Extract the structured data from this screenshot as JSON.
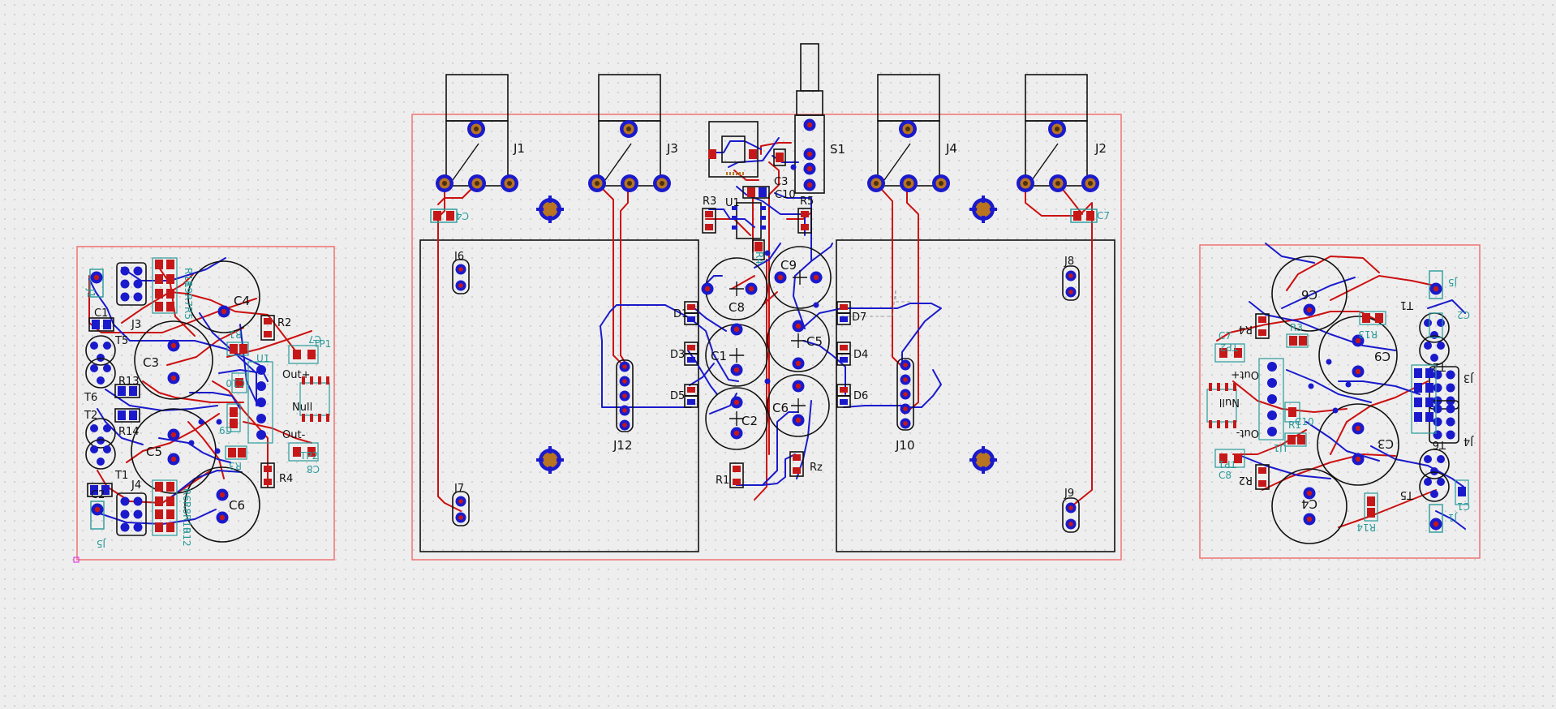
{
  "window": {
    "title": ""
  },
  "boards": {
    "main": {
      "jacks": [
        "J1",
        "J3",
        "J4",
        "J2"
      ],
      "switch": "S1",
      "headers": [
        "J6",
        "J7",
        "J8",
        "J9",
        "J12",
        "J10"
      ],
      "caps": [
        "C8",
        "C9",
        "C1",
        "C5",
        "C2",
        "C6"
      ],
      "diodes": [
        "D1",
        "D3",
        "D5",
        "D7",
        "D4",
        "D6"
      ],
      "resistors": [
        "R3",
        "R5",
        "R1",
        "Rz"
      ],
      "ic": "U1",
      "small_caps": [
        "C3",
        "C10",
        "C4",
        "C7",
        "R4"
      ]
    },
    "left": {
      "caps": [
        "C4",
        "C3",
        "C5",
        "C6"
      ],
      "transistors": [
        "T5",
        "T6",
        "T2",
        "T1"
      ],
      "connectors": [
        "J3",
        "J4",
        "J5",
        "J1"
      ],
      "resistors": [
        "R2",
        "R4",
        "R13",
        "R14",
        "R11",
        "R9",
        "R7",
        "R5",
        "R6",
        "R8",
        "R10",
        "R12"
      ],
      "small": [
        "C1",
        "C2",
        "C7",
        "C8",
        "C9",
        "C10",
        "TP1",
        "TP2",
        "R1",
        "R3",
        "U1"
      ],
      "ic_pins": [
        "Out+",
        "Null",
        "Out-"
      ]
    },
    "right": {
      "caps": [
        "C6",
        "C9",
        "C3",
        "C4"
      ],
      "transistors": [
        "T1",
        "T2",
        "T6",
        "T5"
      ],
      "connectors": [
        "J3",
        "J4",
        "J5",
        "J1"
      ],
      "resistors": [
        "R4",
        "R2",
        "R13",
        "R14"
      ],
      "small": [
        "C2",
        "C1",
        "C7",
        "C8",
        "TP1",
        "TP2",
        "R1",
        "R3",
        "U1",
        "C10"
      ],
      "ic_pins": [
        "Out+",
        "Null",
        "Out-"
      ]
    }
  }
}
